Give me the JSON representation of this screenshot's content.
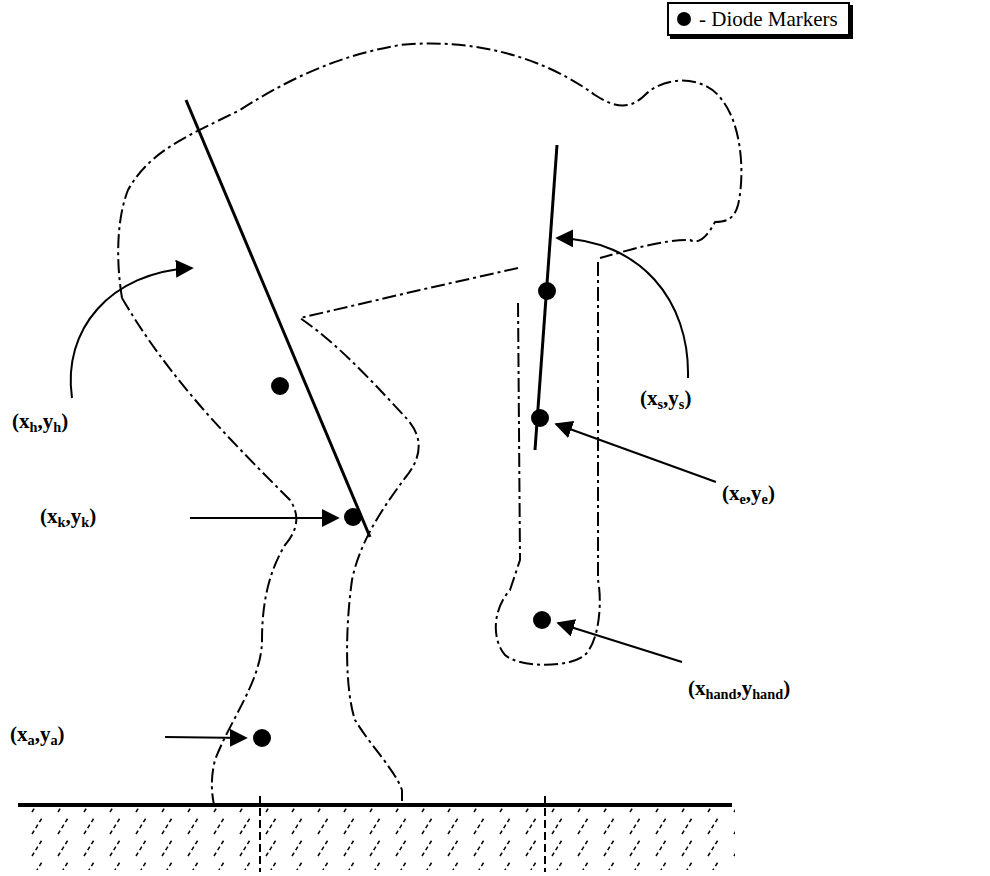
{
  "diagram": {
    "labels": [
      "(xh,yh)",
      "(xk,yk)",
      "(xa,ya)",
      "(xs,ys)",
      "(xe,ye)",
      "(xhand,yhand)"
    ],
    "legend": [
      {
        "text": "- Diode Markers"
      }
    ]
  }
}
